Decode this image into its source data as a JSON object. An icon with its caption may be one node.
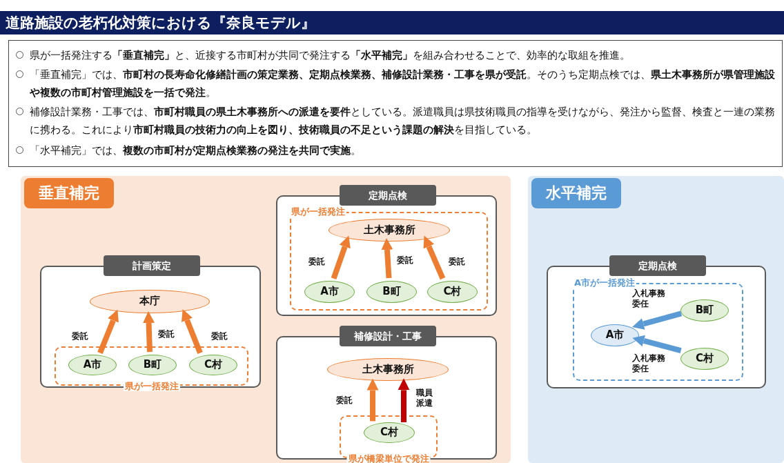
{
  "diagram": {
    "title": "道路施設の老朽化対策における『奈良モデル』",
    "nodes": [
      {
        "text": [
          "垂直補完"
        ]
      },
      {
        "text": [
          "計画策定"
        ],
        "in": 0
      },
      {
        "text": [
          "県が一括発注"
        ],
        "in": 1
      },
      {
        "text": [
          "本庁"
        ],
        "in": 1
      },
      {
        "text": [
          "A市"
        ],
        "in": 2
      },
      {
        "text": [
          "B町"
        ],
        "in": 2
      },
      {
        "text": [
          "C村"
        ],
        "in": 2
      },
      {
        "text": [
          "定期点検"
        ],
        "in": 0
      },
      {
        "text": [
          "県が一括発注"
        ],
        "in": 7
      },
      {
        "text": [
          "土木事務所"
        ],
        "in": 8
      },
      {
        "text": [
          "A市"
        ],
        "in": 8
      },
      {
        "text": [
          "B町"
        ],
        "in": 8
      },
      {
        "text": [
          "C村"
        ],
        "in": 8
      },
      {
        "text": [
          "補修設計・工事"
        ],
        "in": 0
      },
      {
        "text": [
          "土木事務所"
        ],
        "in": 13
      },
      {
        "text": [
          "県が橋梁単位で発注"
        ],
        "in": 13
      },
      {
        "text": [
          "C村"
        ],
        "in": 15
      },
      {
        "text": [
          "水平補完"
        ]
      },
      {
        "text": [
          "定期点検"
        ],
        "in": 17
      },
      {
        "text": [
          "A市が一括発注"
        ],
        "in": 18
      },
      {
        "text": [
          "A市"
        ],
        "in": 19
      },
      {
        "text": [
          "B町"
        ],
        "in": 19
      },
      {
        "text": [
          "C村"
        ],
        "in": 19
      }
    ],
    "edges": [
      {
        "from": 4,
        "to": 3,
        "arrow": "to",
        "label": "委託"
      },
      {
        "from": 5,
        "to": 3,
        "arrow": "to",
        "label": "委託"
      },
      {
        "from": 6,
        "to": 3,
        "arrow": "to",
        "label": "委託"
      },
      {
        "from": 10,
        "to": 9,
        "arrow": "to",
        "label": "委託"
      },
      {
        "from": 11,
        "to": 9,
        "arrow": "to",
        "label": "委託"
      },
      {
        "from": 12,
        "to": 9,
        "arrow": "to",
        "label": "委託"
      },
      {
        "from": 16,
        "to": 14,
        "arrow": "to",
        "label": "委託"
      },
      {
        "from": 16,
        "to": 14,
        "arrow": "to",
        "label": "職員派遣",
        "color": "#c00000"
      },
      {
        "from": 21,
        "to": 20,
        "arrow": "to",
        "label": "入札事務委任",
        "color": "#5b9bd5"
      },
      {
        "from": 22,
        "to": 20,
        "arrow": "to",
        "label": "入札事務委任",
        "color": "#5b9bd5"
      }
    ],
    "labels": [
      "県が一括発注する**「垂直補完」**と、近接する市町村が共同で発注する**「水平補完」**を組み合わせることで、効率的な取組を推進。",
      "「垂直補完」では、**市町村の長寿命化修繕計画の策定業務、定期点検業務、補修設計業務・工事を県が受託**。そのうち定期点検では、**県土木事務所が県管理施設や複数の市町村管理施設を一括で発注**。",
      "補修設計業務・工事では、**市町村職員の県土木事務所への派遣を要件**としている。派遣職員は県技術職員の指導を受けながら、発注から監督、検査と一連の業務に携わる。これにより**市町村職員の技術力の向上を図り、技術職員の不足という課題の解決**を目指している。",
      "「水平補完」では、**複数の市町村が定期点検業務の発注を共同で実施**。"
    ]
  }
}
